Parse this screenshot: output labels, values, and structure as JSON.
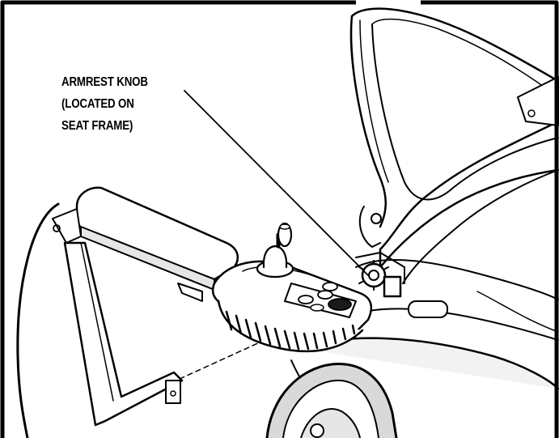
{
  "callout": {
    "lines": [
      "ARMREST KNOB",
      "(LOCATED ON",
      "SEAT FRAME)"
    ]
  },
  "colors": {
    "line": "#000000",
    "fill": "#ffffff",
    "shade": "#e6e6e6"
  }
}
